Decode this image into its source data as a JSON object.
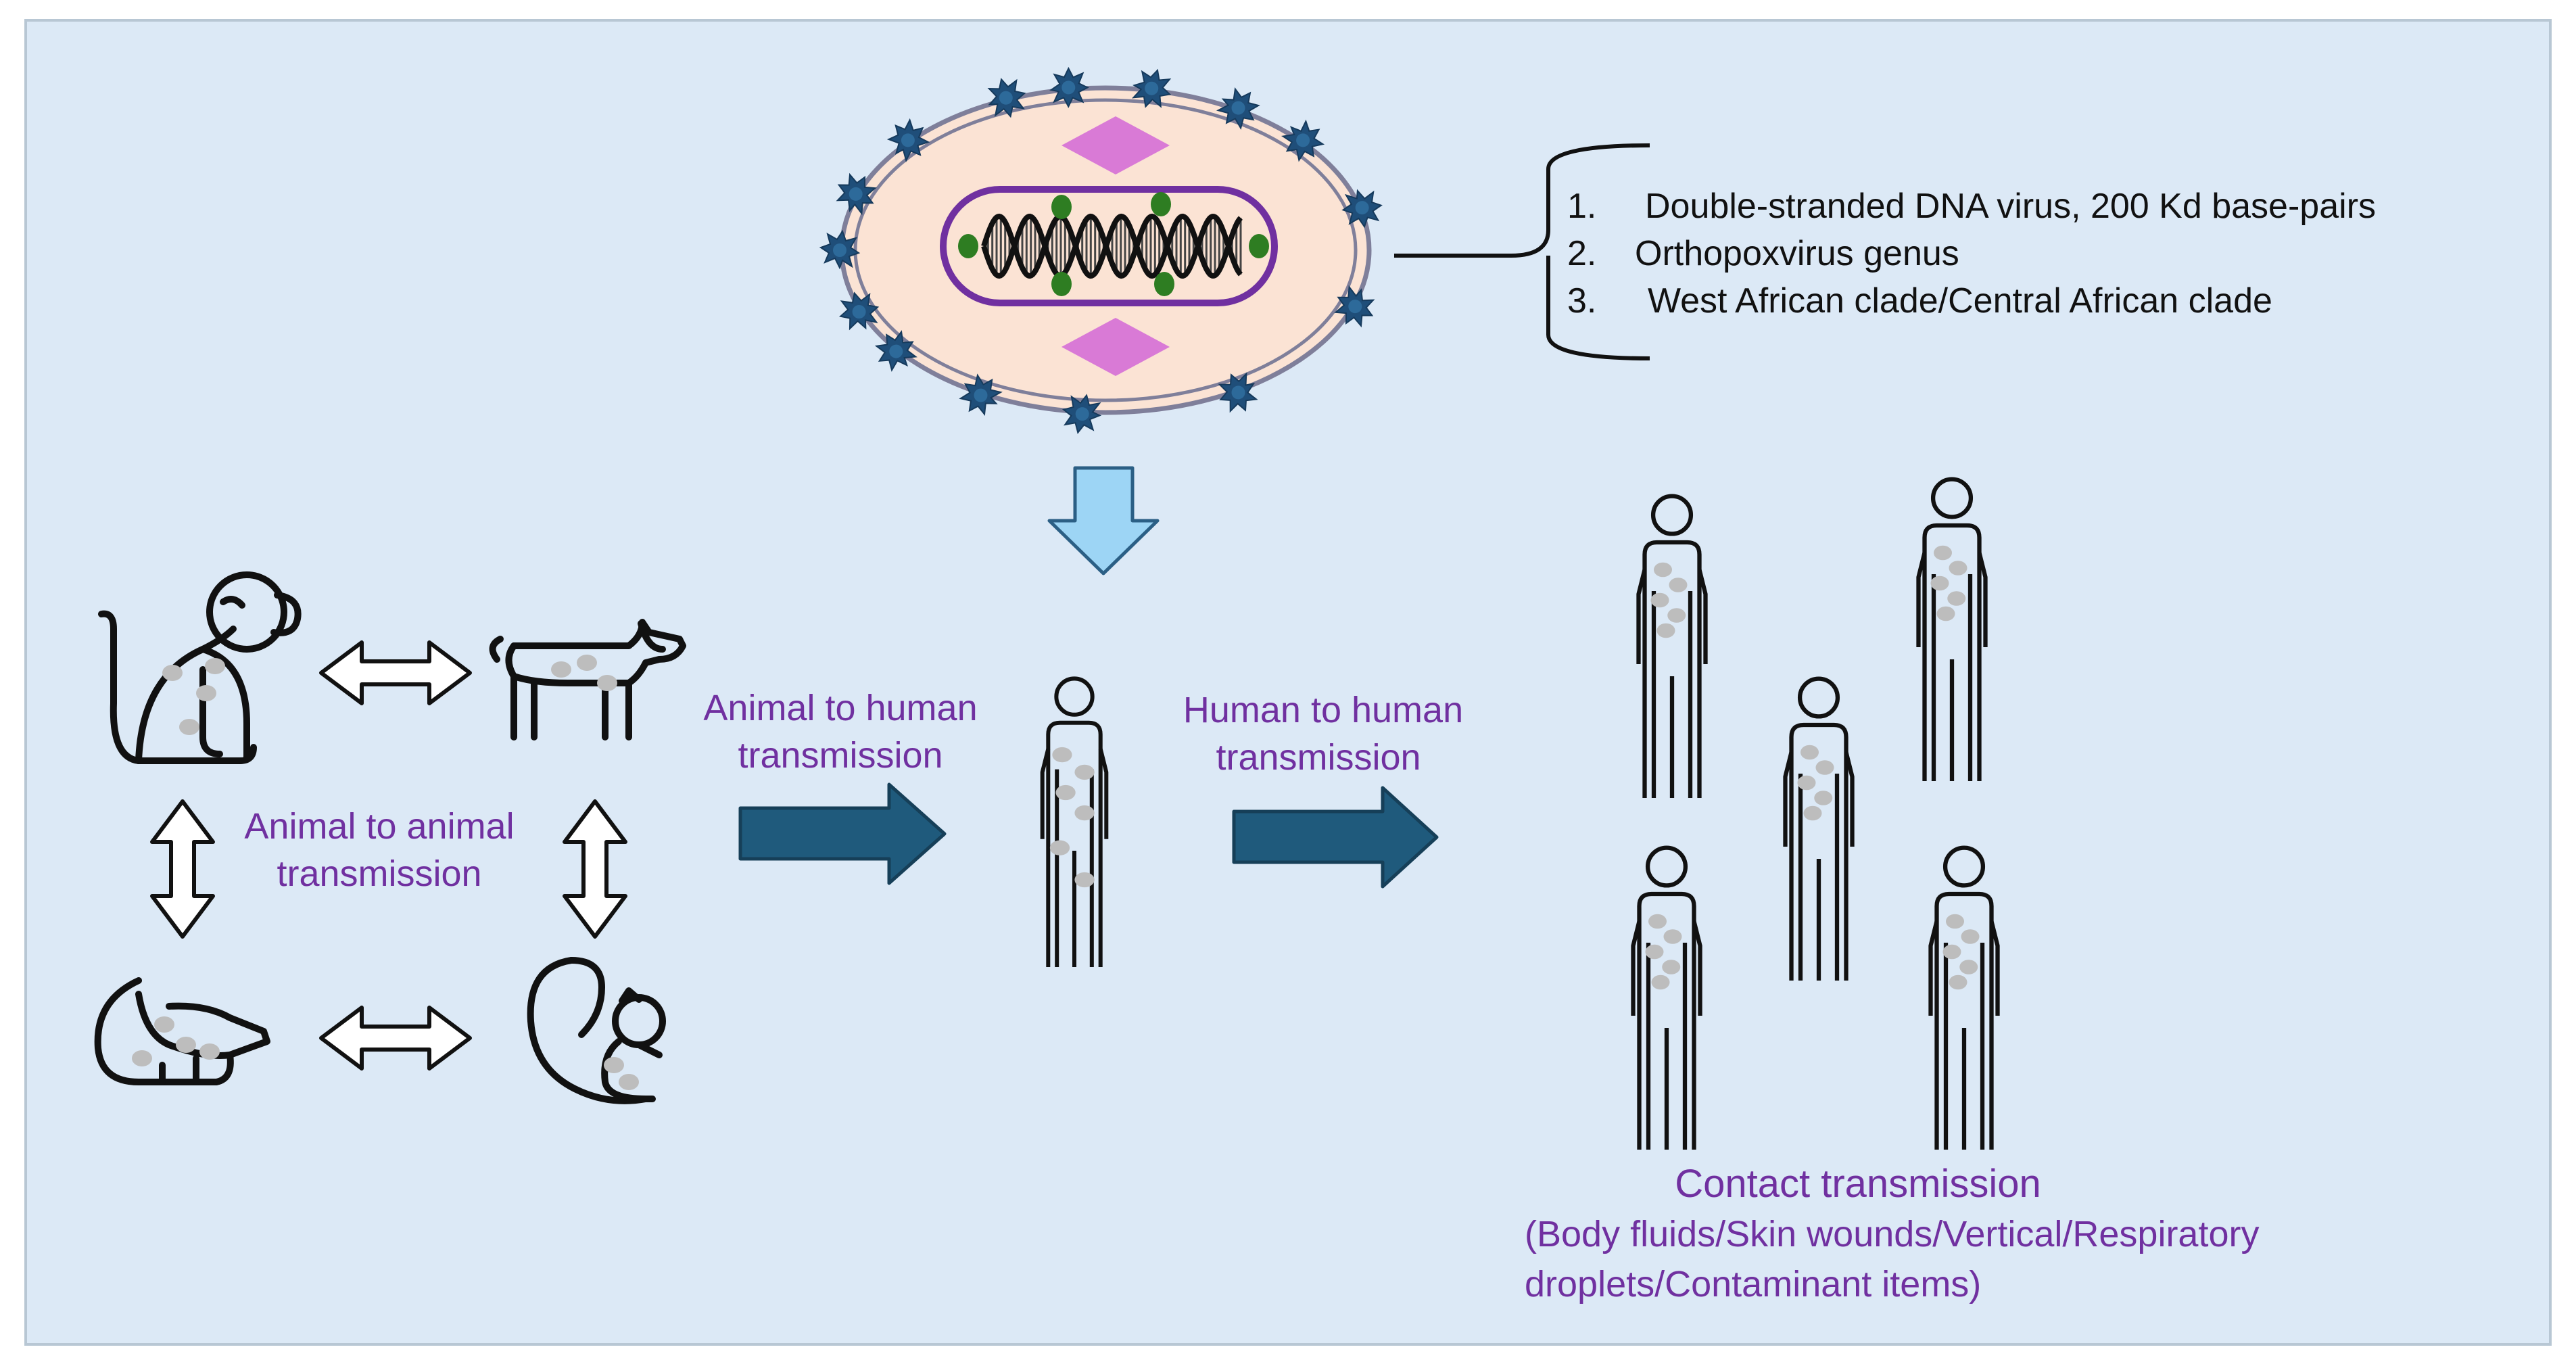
{
  "colors": {
    "background": "#dce9f6",
    "border": "#b8c7d4",
    "virion_body": "#fbe3d4",
    "virion_membrane": "#7f7f9a",
    "spike": "#1f4e79",
    "lateral_body": "#d97ad6",
    "core_outline": "#7030a0",
    "dna_green": "#2e7d22",
    "label_purple": "#7030a0",
    "big_arrow": "#1f5a7c",
    "down_arrow": "#9dd5f5",
    "lesion": "#bdbdbd"
  },
  "virus_facts": [
    {
      "num": "1.",
      "text": "Double-stranded DNA virus, 200 Kd base-pairs"
    },
    {
      "num": "2.",
      "text": "Orthopoxvirus genus"
    },
    {
      "num": "3.",
      "text": "West African clade/Central African clade"
    }
  ],
  "labels": {
    "animal_to_animal": [
      "Animal to animal",
      "transmission"
    ],
    "animal_to_human": [
      "Animal to human",
      "transmission"
    ],
    "human_to_human": [
      "Human to human",
      "transmission"
    ],
    "contact_title": "Contact transmission",
    "contact_details": [
      "(Body fluids/Skin wounds/Vertical/Respiratory",
      "droplets/Contaminant items)"
    ]
  },
  "icons": {
    "virion": "monkeypox-virion-icon",
    "monkey": "monkey-icon",
    "dog": "dog-icon",
    "rat": "rat-icon",
    "squirrel": "squirrel-icon",
    "person": "person-icon"
  }
}
